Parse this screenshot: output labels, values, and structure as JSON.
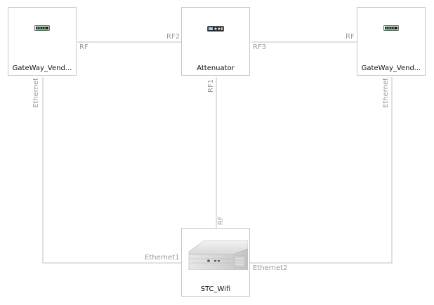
{
  "nodes": {
    "gateway_left": {
      "label": "GateWay_Vend...",
      "icon": "gateway-device-icon"
    },
    "attenuator": {
      "label": "Attenuator",
      "icon": "attenuator-device-icon"
    },
    "gateway_right": {
      "label": "GateWay_Vend...",
      "icon": "gateway-device-icon"
    },
    "stc_wifi": {
      "label": "STC_Wifi",
      "icon": "stc-chassis-icon"
    }
  },
  "ports": {
    "gw_left_rf": "RF",
    "att_rf2": "RF2",
    "att_rf3": "RF3",
    "gw_right_rf": "RF",
    "att_rf1": "RF1",
    "gw_left_eth": "Ethernet",
    "gw_right_eth": "Ethernet",
    "stc_rf": "RF",
    "stc_eth1": "Ethernet1",
    "stc_eth2": "Ethernet2"
  },
  "colors": {
    "link_line": "#c2c2c2",
    "node_border": "#c8c8c8",
    "port_label": "#9a9a9a",
    "gateway_led": "#3fbf4f"
  }
}
